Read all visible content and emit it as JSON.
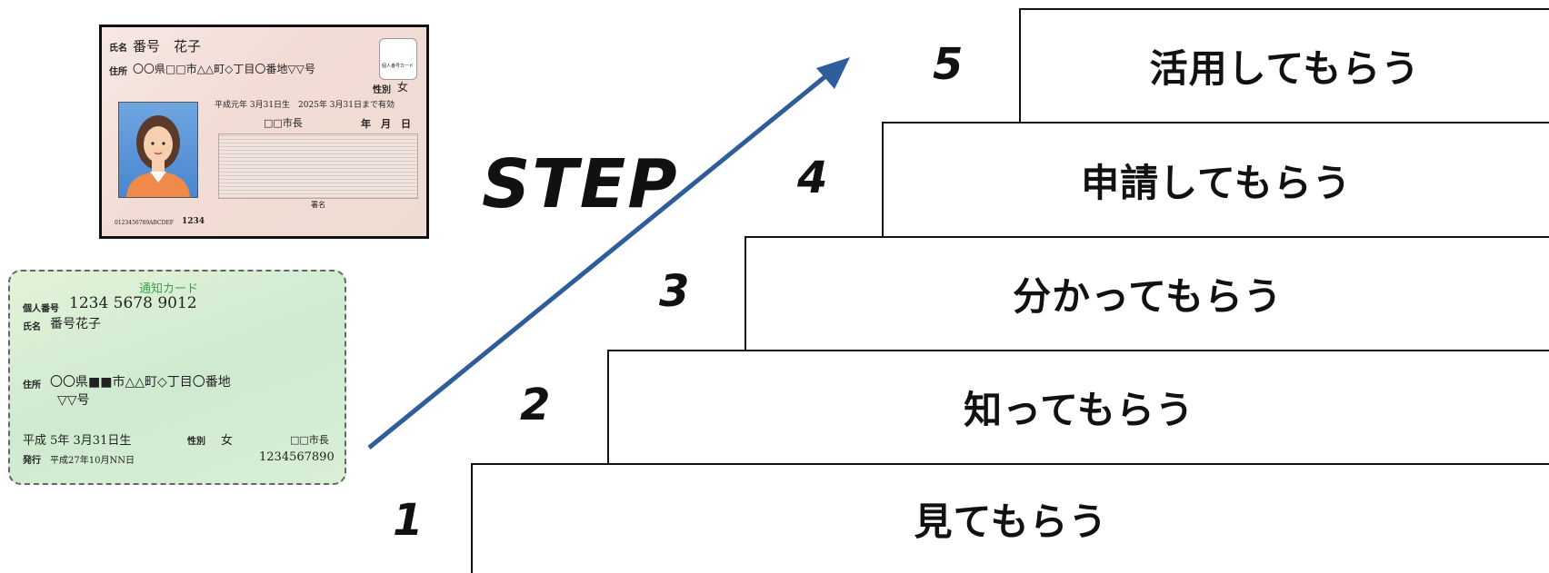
{
  "diagram": {
    "step_title": "STEP",
    "steps": [
      {
        "number": "1",
        "label": "見てもらう"
      },
      {
        "number": "2",
        "label": "知ってもらう"
      },
      {
        "number": "3",
        "label": "分かってもらう"
      },
      {
        "number": "4",
        "label": "申請してもらう"
      },
      {
        "number": "5",
        "label": "活用してもらう"
      }
    ],
    "arrow_color": "#2f5d9b"
  },
  "my_number_card": {
    "name_label": "氏名",
    "name": "番号　花子",
    "address_label": "住所",
    "address": "〇〇県□□市△△町◇丁目〇番地▽▽号",
    "sex_label": "性別",
    "sex": "女",
    "birth_validity": "平成元年 3月31日生　2025年 3月31日まで有効",
    "issuer": "□□市長",
    "date_fields": "年　月　日",
    "stamp_text": "個人番号カード",
    "serial": "0123456789ABCDEF",
    "pin": "1234",
    "signature_label": "署名"
  },
  "notification_card": {
    "title": "通知カード",
    "number_label": "個人番号",
    "number": "1234 5678 9012",
    "name_label": "氏名",
    "name": "番号花子",
    "address_label": "住所",
    "address_line1": "〇〇県■■市△△町◇丁目〇番地",
    "address_line2": "▽▽号",
    "birth": "平成 5年 3月31日生",
    "sex_label": "性別",
    "sex": "女",
    "issuer": "□□市長",
    "issued_label": "発行",
    "issued_date": "平成27年10月NN日",
    "code": "1234567890"
  }
}
